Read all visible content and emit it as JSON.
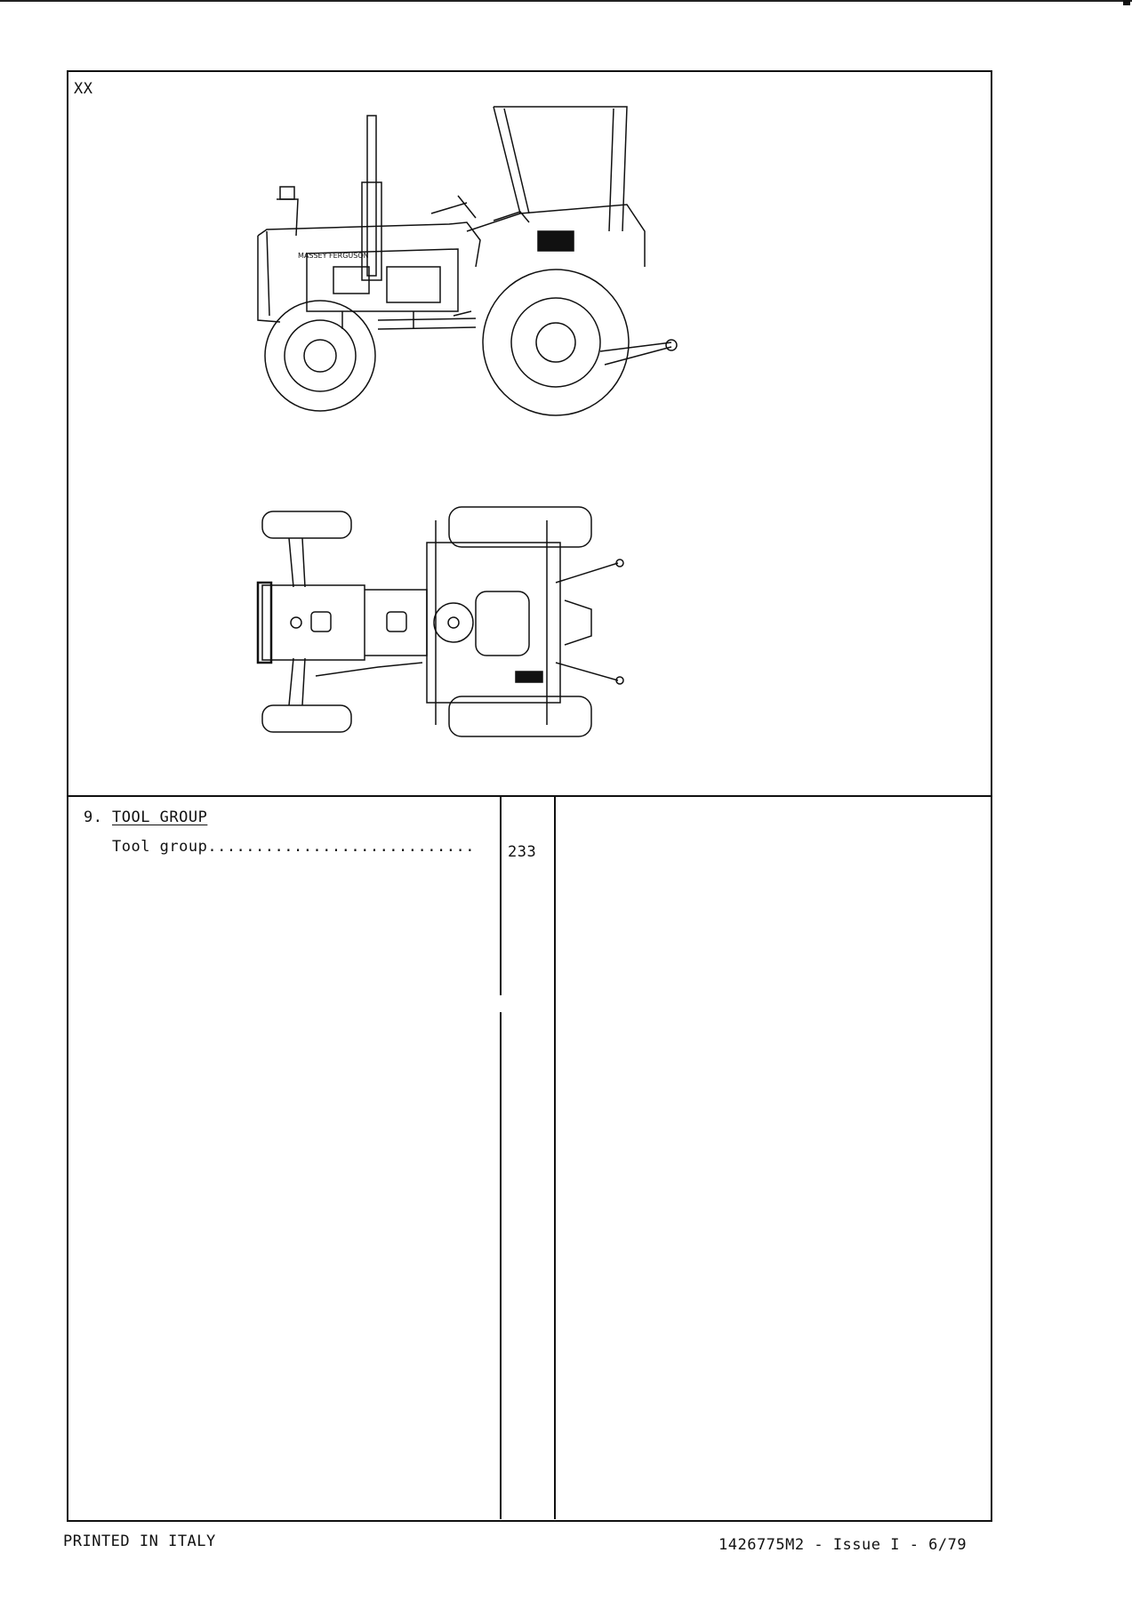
{
  "figure_label": "XX",
  "drawing": {
    "side_view_logo": "MASSEY FERGUSON"
  },
  "contents": {
    "section_number": "9.",
    "section_title": "TOOL GROUP",
    "entries": [
      {
        "label": "Tool group............................",
        "page": "233"
      }
    ]
  },
  "footer": {
    "left": "PRINTED IN ITALY",
    "right": "1426775M2 - Issue I - 6/79"
  }
}
